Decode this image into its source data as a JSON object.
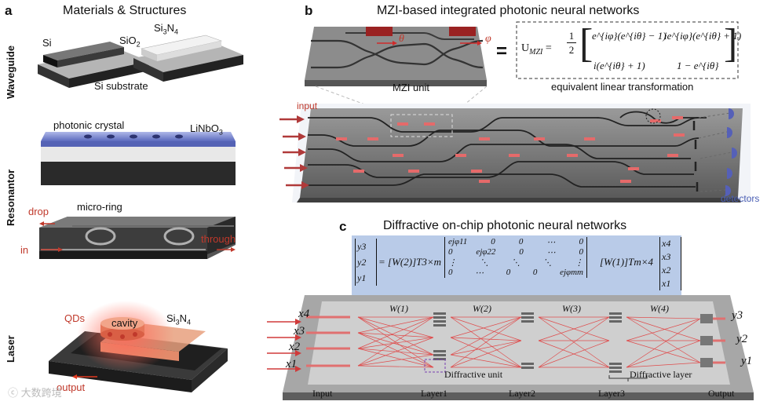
{
  "panel_a": {
    "letter": "a",
    "title": "Materials & Structures",
    "sections": {
      "waveguide": "Waveguide",
      "resonator": "Resonantor",
      "laser": "Laser"
    },
    "waveguide_labels": {
      "si": "Si",
      "sio2": "SiO",
      "sio2_sub": "2",
      "si3n4": "Si",
      "si3n4_sub3": "3",
      "si3n4_n": "N",
      "si3n4_sub4": "4",
      "substrate": "Si substrate"
    },
    "resonator_labels": {
      "photonic_crystal": "photonic crystal",
      "linbo3": "LiNbO",
      "linbo3_sub": "3",
      "drop": "drop",
      "micro_ring": "micro-ring",
      "in": "in",
      "through": "through"
    },
    "laser_labels": {
      "qds": "QDs",
      "cavity": "cavity",
      "si3n4": "Si",
      "si3n4_sub3": "3",
      "si3n4_n": "N",
      "si3n4_sub4": "4",
      "output": "output"
    },
    "watermark": "大数跨境"
  },
  "panel_b": {
    "letter": "b",
    "title": "MZI-based integrated photonic neural networks",
    "mzi_unit_label": "MZI unit",
    "phase_theta": "θ",
    "phase_phi": "φ",
    "equals": "=",
    "matrix_lhs": "U",
    "matrix_lhs_sub": "MZI",
    "matrix_coeff_num": "1",
    "matrix_coeff_den": "2",
    "matrix_r1c1": "e^{iφ}(e^{iθ} − 1)",
    "matrix_r1c2": "ie^{iφ}(e^{iθ} + 1)",
    "matrix_r2c1": "i(e^{iθ} + 1)",
    "matrix_r2c2": "1 − e^{iθ}",
    "matrix_caption": "equivalent linear transformation",
    "input_label": "input",
    "detectors_label": "detectors"
  },
  "panel_c": {
    "letter": "c",
    "title": "Diffractive on-chip photonic neural networks",
    "eq_lhs": [
      "y3",
      "y2",
      "y1"
    ],
    "eq_w2": "[W(2)]T3×m",
    "eq_diag": [
      [
        "ejφ11",
        "0",
        "0",
        "⋯",
        "0"
      ],
      [
        "0",
        "ejφ22",
        "0",
        "⋯",
        "0"
      ],
      [
        "⋮",
        "⋱",
        "⋱",
        "⋱",
        "⋮"
      ],
      [
        "0",
        "⋯",
        "0",
        "0",
        "ejφmm"
      ]
    ],
    "eq_w1": "[W(1)]Tm×4",
    "eq_rhs": [
      "x4",
      "x3",
      "x2",
      "x1"
    ],
    "inputs": [
      "x4",
      "x3",
      "x2",
      "x1"
    ],
    "outputs": [
      "y3",
      "y2",
      "y1"
    ],
    "weights": [
      "W(1)",
      "W(2)",
      "W(3)",
      "W(4)"
    ],
    "bottom_labels": {
      "input": "Input",
      "layer1": "Layer1",
      "layer2": "Layer2",
      "layer3": "Layer3",
      "output": "Output"
    },
    "diffractive_unit": "Diffractive unit",
    "diffractive_layer": "Diffractive layer"
  },
  "colors": {
    "red": "#c0392b",
    "blue_accent": "#4b5fb5",
    "equation_bg": "#b9cbe8",
    "chip_gray": "#8a8a8a"
  }
}
